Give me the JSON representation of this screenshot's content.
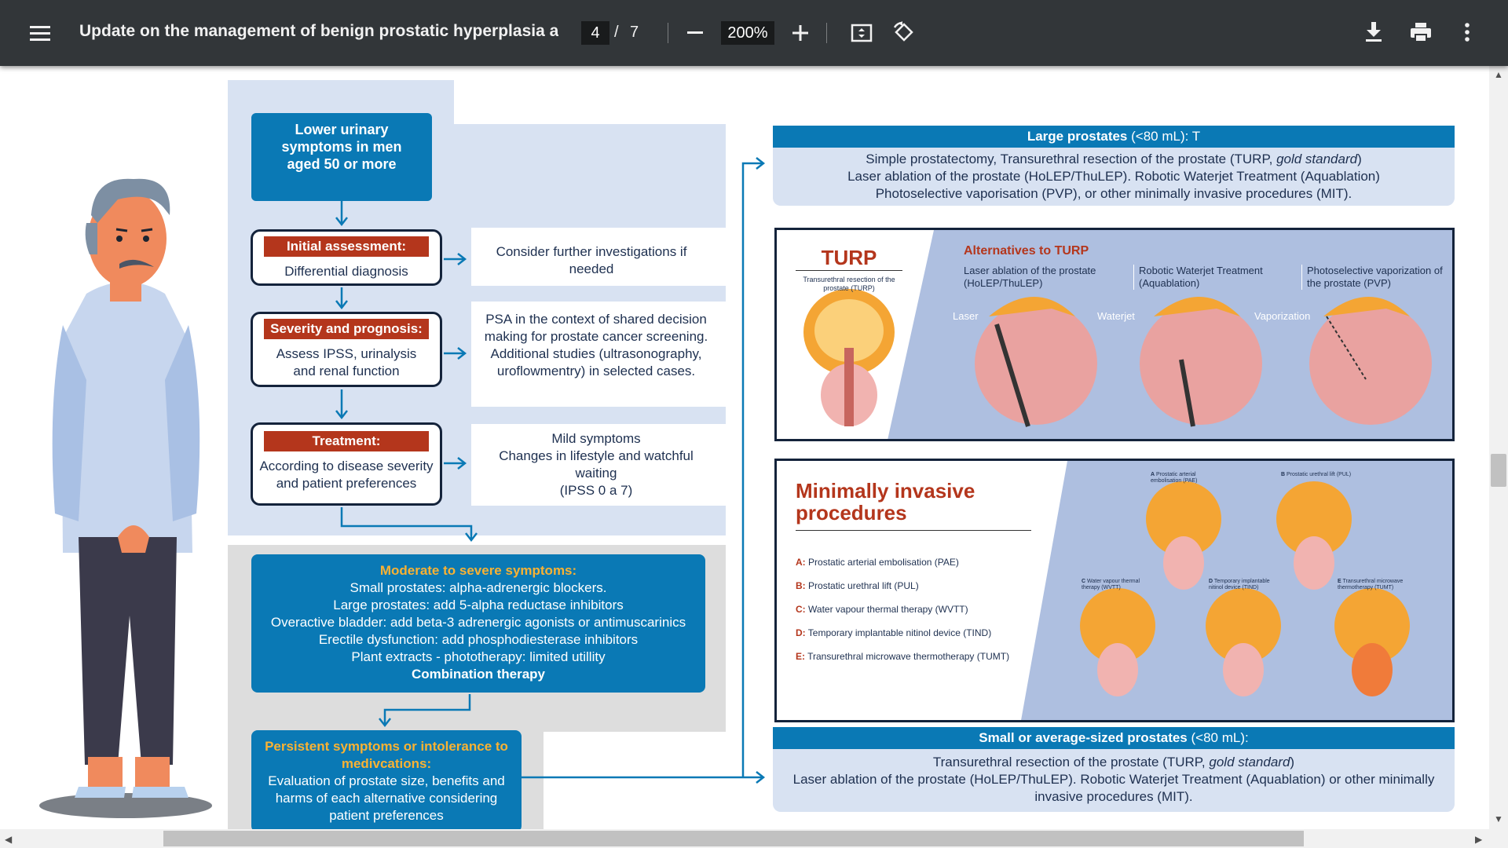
{
  "toolbar": {
    "menu_icon": "hamburger-menu-icon",
    "title": "Update on the management of benign prostatic hyperplasia and...",
    "current_page": "4",
    "page_separator": "/",
    "total_pages": "7",
    "zoom": "200%",
    "icons": [
      "zoom-out-icon",
      "zoom-in-icon",
      "fit-page-icon",
      "rotate-icon",
      "download-icon",
      "print-icon",
      "more-vert-icon"
    ]
  },
  "flow": {
    "start": "Lower urinary symptoms in men aged 50 or more",
    "initial_label": "Initial assessment:",
    "initial_text": "Differential diagnosis",
    "initial_note": "Consider further investigations if needed",
    "severity_label": "Severity and prognosis:",
    "severity_text": "Assess IPSS, urinalysis and renal function",
    "severity_note": "PSA in the context of shared decision making for prostate cancer screening. Additional studies (ultrasonography, uroflowmentry) in selected cases.",
    "treatment_label": "Treatment:",
    "treatment_text": "According to disease severity and patient preferences",
    "mild_title": "Mild symptoms",
    "mild_text": "Changes in lifestyle and watchful waiting",
    "mild_ipss": "(IPSS 0 a 7)",
    "moderate_title": "Moderate to severe symptoms:",
    "moderate_lines": [
      "Small prostates: alpha-adrenergic blockers.",
      "Large prostates: add 5-alpha reductase inhibitors",
      "Overactive bladder: add beta-3 adrenergic agonists or antimuscarinics",
      "Erectile dysfunction: add phosphodiesterase inhibitors",
      "Plant extracts - phototherapy: limited utillity"
    ],
    "moderate_footer": "Combination therapy",
    "persistent_title": "Persistent symptoms or intolerance to medivcations:",
    "persistent_text": "Evaluation of prostate size, benefits and harms of each alternative considering patient preferences"
  },
  "large": {
    "bar_bold": "Large prostates",
    "bar_rest": " (<80 mL): T",
    "line1_a": "Simple prostatectomy, Transurethral resection of the prostate (TURP, ",
    "line1_i": "gold standard",
    "line1_b": ")",
    "line2": "Laser ablation of the prostate (HoLEP/ThuLEP). Robotic Waterjet Treatment (Aquablation) Photoselective vaporisation (PVP), or other minimally invasive procedures (MIT)."
  },
  "turp": {
    "title": "TURP",
    "subtitle": "Transurethral resection of the prostate (TURP)",
    "alt_title": "Alternatives to TURP",
    "alt1": "Laser ablation of the prostate (HoLEP/ThuLEP)",
    "alt2": "Robotic Waterjet Treatment (Aquablation)",
    "alt3": "Photoselective vaporization of the prostate (PVP)",
    "tag1": "Laser",
    "tag2": "Waterjet",
    "tag3": "Vaporization"
  },
  "mip": {
    "title": "Minimally invasive procedures",
    "items": [
      {
        "key": "A:",
        "text": "Prostatic arterial embolisation (PAE)"
      },
      {
        "key": "B:",
        "text": "Prostatic urethral lift (PUL)"
      },
      {
        "key": "C:",
        "text": "Water vapour thermal therapy (WVTT)"
      },
      {
        "key": "D:",
        "text": "Temporary implantable nitinol device (TIND)"
      },
      {
        "key": "E:",
        "text": "Transurethral microwave thermotherapy (TUMT)"
      }
    ],
    "fig_labels": [
      {
        "letter": "A",
        "text": "Prostatic arterial embolisation (PAE)"
      },
      {
        "letter": "B",
        "text": "Prostatic urethral lift (PUL)"
      },
      {
        "letter": "C",
        "text": "Water vapour thermal therapy (WVTT)"
      },
      {
        "letter": "D",
        "text": "Temporary implantable nitinol device (TIND)"
      },
      {
        "letter": "E",
        "text": "Transurethral microwave thermotherapy (TUMT)"
      }
    ]
  },
  "small": {
    "bar_bold": "Small or average-sized prostates",
    "bar_rest": " (<80 mL):",
    "line1_a": "Transurethral resection of the prostate (TURP, ",
    "line1_i": "gold standard",
    "line1_b": ")",
    "line2": "Laser ablation of the prostate (HoLEP/ThuLEP). Robotic Waterjet Treatment (Aquablation) or other minimally invasive procedures (MIT)."
  },
  "colors": {
    "toolbar": "#323639",
    "flow_blue": "#0a79b5",
    "panel_blue": "#d8e2f2",
    "label_red": "#b4361c",
    "accent_orange": "#f9b233",
    "navy": "#1e3050"
  }
}
